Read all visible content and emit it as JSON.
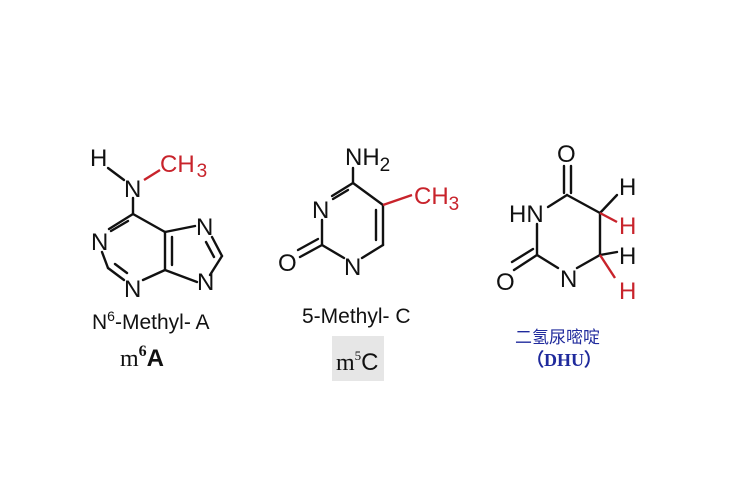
{
  "molecules": {
    "m6a": {
      "atoms": {
        "h": "H",
        "n_amine": "N",
        "ch3": "CH",
        "ch3_sub": "3",
        "n1": "N",
        "n3": "N",
        "n7": "N",
        "n9": "N"
      },
      "name_prefix": "N",
      "name_sup": "6",
      "name_rest": "-Methyl-  A",
      "abbr_m": "m",
      "abbr_sup": "6",
      "abbr_base": "A"
    },
    "m5c": {
      "atoms": {
        "nh": "NH",
        "nh_sub": "2",
        "ch3": "CH",
        "ch3_sub": "3",
        "n3": "N",
        "n1": "N",
        "o": "O"
      },
      "name": "5-Methyl-  C",
      "abbr_m": "m",
      "abbr_sup": "5",
      "abbr_base": "C"
    },
    "dhu": {
      "atoms": {
        "o_top": "O",
        "hn": "HN",
        "n": "N",
        "o_left": "O",
        "h1": "H",
        "h2": "H",
        "h3": "H",
        "h4": "H"
      },
      "name_cn": "二氢尿嘧啶",
      "abbr": "（DHU）"
    }
  },
  "colors": {
    "methyl": "#c8232b",
    "label_blue": "#1f2a9c",
    "box": "#e6e6e6"
  }
}
